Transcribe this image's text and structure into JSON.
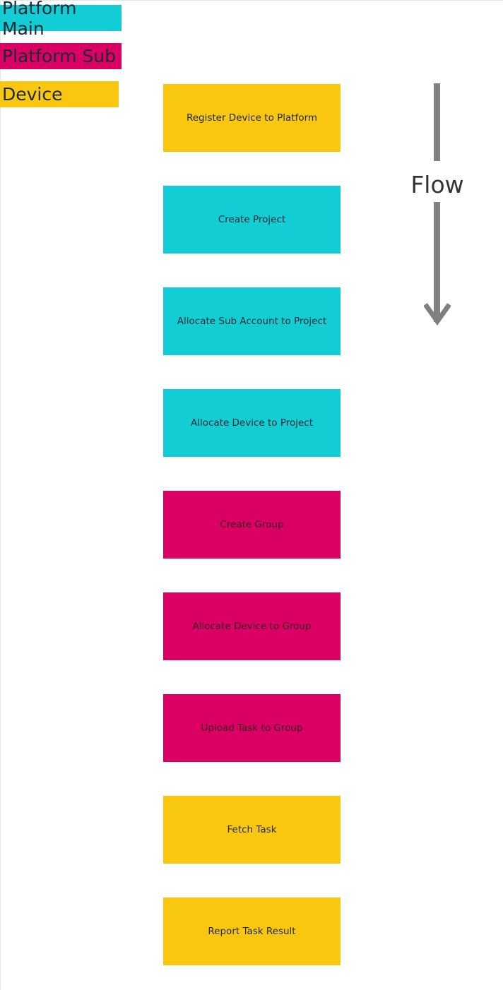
{
  "legend": {
    "platform_main": {
      "label": "Platform Main",
      "color": "#12cdd4"
    },
    "platform_sub": {
      "label": "Platform Sub",
      "color": "#db0063"
    },
    "device": {
      "label": "Device",
      "color": "#f9c710"
    }
  },
  "flow": {
    "label": "Flow",
    "color": "#808080"
  },
  "steps": [
    {
      "label": "Register Device to Platform",
      "category": "device"
    },
    {
      "label": "Create Project",
      "category": "platform_main"
    },
    {
      "label": "Allocate Sub Account to Project",
      "category": "platform_main"
    },
    {
      "label": "Allocate Device to Project",
      "category": "platform_main"
    },
    {
      "label": "Create Group",
      "category": "platform_sub"
    },
    {
      "label": "Allocate Device to Group",
      "category": "platform_sub"
    },
    {
      "label": "Upload Task to Group",
      "category": "platform_sub"
    },
    {
      "label": "Fetch Task",
      "category": "device"
    },
    {
      "label": "Report Task Result",
      "category": "device"
    }
  ]
}
